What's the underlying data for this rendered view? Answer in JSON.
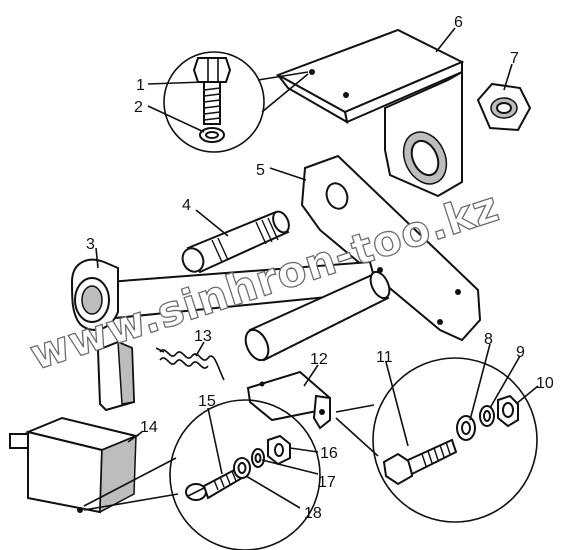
{
  "diagram": {
    "part_numbers": [
      "1",
      "2",
      "3",
      "4",
      "5",
      "6",
      "7",
      "8",
      "9",
      "10",
      "11",
      "12",
      "13",
      "14",
      "15",
      "16",
      "17",
      "18"
    ],
    "watermark": "www.sinhron-too.kz"
  }
}
